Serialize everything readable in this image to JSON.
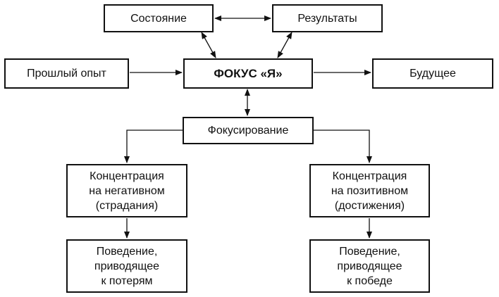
{
  "diagram": {
    "nodes": {
      "state": "Состояние",
      "results": "Результаты",
      "past_experience": "Прошлый опыт",
      "focus_self": "ФОКУС «Я»",
      "future": "Будущее",
      "focusing": "Фокусирование",
      "concentration_negative": "Концентрация\nна негативном\n(страдания)",
      "concentration_positive": "Концентрация\nна позитивном\n(достижения)",
      "behavior_loss": "Поведение,\nприводящее\nк потерям",
      "behavior_win": "Поведение,\nприводящее\nк победе"
    }
  }
}
